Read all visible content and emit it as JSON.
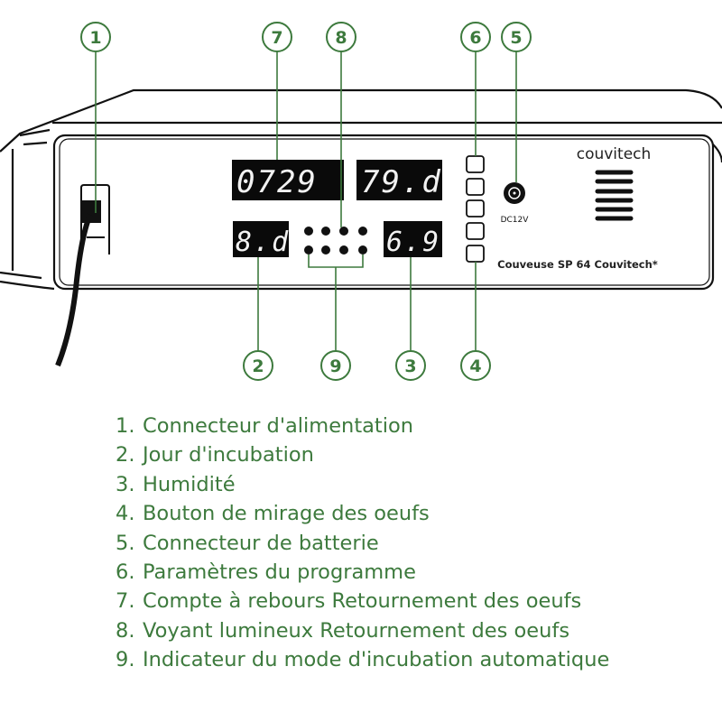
{
  "device": {
    "brand": "couvitech",
    "model_label": "Couveuse SP 64 Couvitech*",
    "jack_label": "DC12V",
    "displays": {
      "turning_countdown": "0729",
      "temperature": "79.d",
      "day": "8.d",
      "humidity": "6.9"
    }
  },
  "badges": [
    "1",
    "2",
    "3",
    "4",
    "5",
    "6",
    "7",
    "8",
    "9"
  ],
  "legend": [
    {
      "num": "1.",
      "text": "Connecteur d'alimentation"
    },
    {
      "num": "2.",
      "text": "Jour d'incubation"
    },
    {
      "num": "3.",
      "text": "Humidité"
    },
    {
      "num": "4.",
      "text": "Bouton de mirage des oeufs"
    },
    {
      "num": "5.",
      "text": "Connecteur de batterie"
    },
    {
      "num": "6.",
      "text": "Paramètres du programme"
    },
    {
      "num": "7.",
      "text": "Compte à rebours Retournement des oeufs"
    },
    {
      "num": "8.",
      "text": "Voyant lumineux Retournement des oeufs"
    },
    {
      "num": "9.",
      "text": "Indicateur du mode d'incubation automatique"
    }
  ],
  "colors": {
    "accent": "#3d7a3d",
    "display_bg": "#0a0a0a",
    "outline": "#111111"
  }
}
